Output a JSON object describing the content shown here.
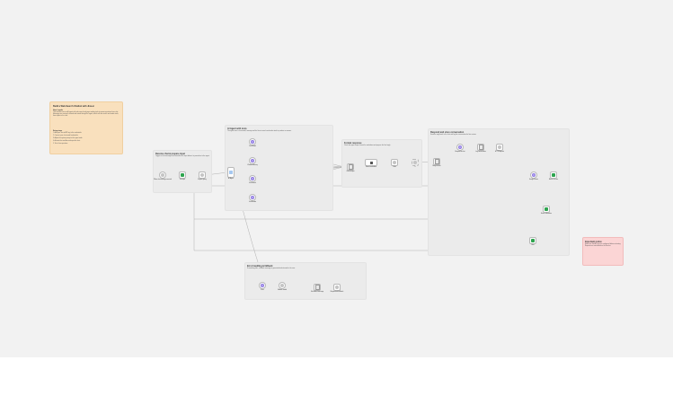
{
  "canvas": {
    "background": "#f2f2f2"
  },
  "colors": {
    "note": "#f9e0bd",
    "warning": "#fbd5d5",
    "group": "#ebebeb",
    "edge": "#b0b0b0",
    "accent_green": "#2ea44f",
    "accent_purple": "#b9a8f2"
  },
  "notes": {
    "intro_title": "Build a Web-Search Chatbot with Jina.ai",
    "intro_heading": "How it works",
    "intro_body": "This workflow uses an AI agent with web search and page reading tools to answer questions from chat. Messages are received, cleaned and routed through the agent, which calls the search and reader tools, then replies in the chat.",
    "intro_setup_heading": "Setup steps",
    "intro_steps": [
      "1. Add your Jina.ai API key to the credentials.",
      "2. Connect your chat model credentials.",
      "3. Adjust the system prompt in the agent node.",
      "4. Activate the workflow and open the chat.",
      "5. Test a few questions."
    ],
    "warning_title": "Important notice",
    "warning_body": "Make sure the API keys are configured before activating. Requests are rate-limited on the free tier."
  },
  "groups": {
    "g1_title": "Receive chat & prepare input",
    "g1_text": "Trigger on chat messages and normalize the input before it is passed on to the agent.",
    "g2_title": "AI Agent with tools",
    "g2_text": "The agent uses a chat model, memory and the Jina.ai search and reader tools to produce an answer.",
    "g3_title": "Format response",
    "g3_text": "Check the agent output, format the markdown and prepare the final reply.",
    "g4_title": "Respond and store conversation",
    "g4_text": "Send the reply back to the chat and log the conversation for later review.",
    "g5_title": "Error handling & fallback",
    "g5_text": "If something fails, a fallback message is generated and returned to the user."
  },
  "nodes": {
    "chat_trigger": "When chat message received",
    "set_input": "Set input",
    "prepare": "Prepare query",
    "agent": "AI Agent",
    "model": "Chat Model",
    "memory": "Window Memory",
    "search_tool": "Jina Search",
    "reader_tool": "Jina Reader",
    "check_output": "Check output",
    "format": "Format markdown",
    "code": "Code",
    "if_node": "If",
    "merge": "Merge results",
    "respond": "Respond to chat",
    "log": "Log conversation",
    "http": "HTTP Request",
    "sheet": "Google Sheets",
    "final_ok": "Return success",
    "final_alt": "Return alternative",
    "final_end": "End",
    "err_trigger": "Error",
    "err_model": "Fallback model",
    "err_set": "Set fallback message",
    "err_respond": "Respond with fallback"
  }
}
